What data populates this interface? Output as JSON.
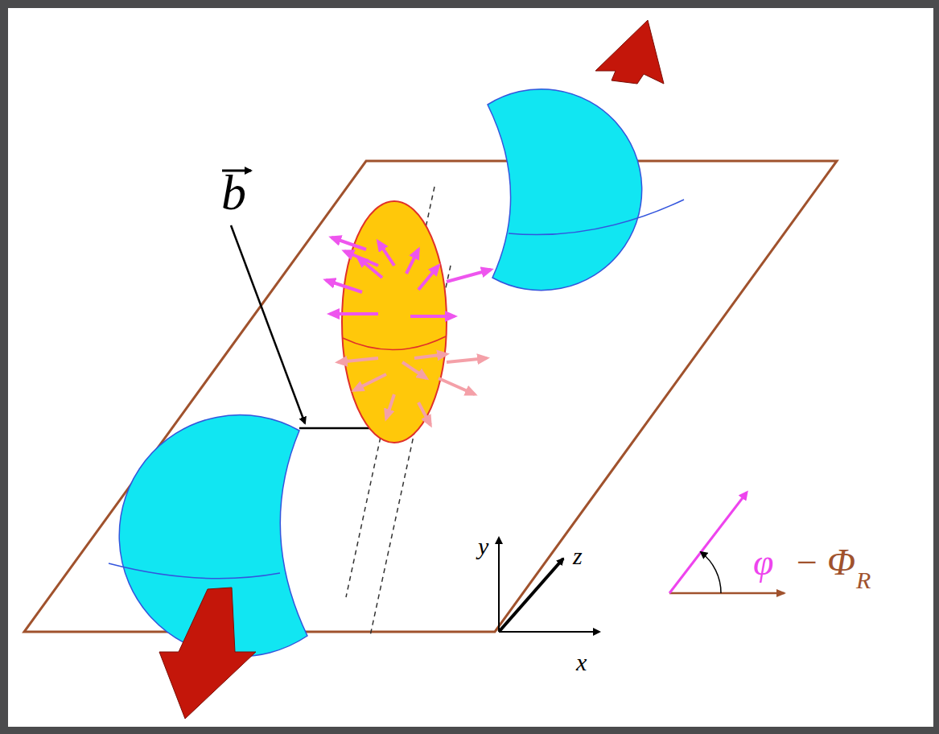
{
  "diagram": {
    "labels": [
      "b",
      "y",
      "z",
      "x",
      "φ",
      "−",
      "Φ",
      "R"
    ]
  }
}
